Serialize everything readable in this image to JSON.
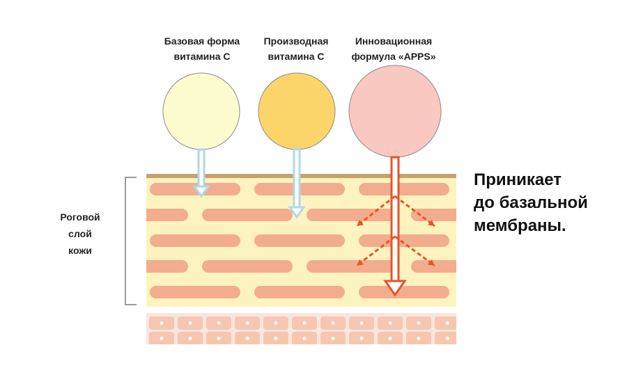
{
  "labels": {
    "base_form": "Базовая форма\nвитамина С",
    "derivative": "Производная\nвитамина С",
    "apps": "Инновационная\nформула «APPS»",
    "stratum_corneum": "Роговой\nслой\nкожи",
    "result": "Приникает\nдо базальной\nмембраны."
  },
  "colors": {
    "base_form_circle": "#fdfccf",
    "derivative_circle": "#fcd56a",
    "apps_circle": "#f9c8c1",
    "arrow_blue": "#aed8ec",
    "arrow_red": "#e8532a",
    "corneocyte": "#f2ad8e",
    "lipid_matrix": "#fdf3bf",
    "skin_top": "#c7a16a"
  }
}
